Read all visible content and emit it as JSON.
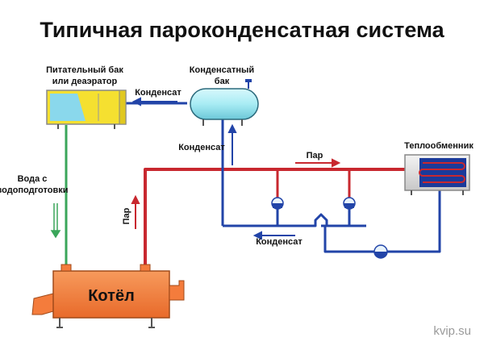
{
  "title": "Типичная пароконденсатная система",
  "labels": {
    "feed_tank_line1": "Питательный бак",
    "feed_tank_line2": "или деаэратор",
    "cond_tank_line1": "Конденсатный",
    "cond_tank_line2": "бак",
    "heat_exchanger": "Теплообменник",
    "water_line1": "Вода с",
    "water_line2": "водоподготовки",
    "steam_vertical": "Пар",
    "steam_main": "Пар",
    "condensate_top": "Конденсат",
    "condensate_mid": "Конденсат",
    "condensate_return": "Конденсат",
    "boiler": "Котёл",
    "watermark": "kvip.su"
  },
  "colors": {
    "steam": "#c8282f",
    "condensate": "#2244a8",
    "water": "#3aa65a",
    "boiler": "#f47c3c",
    "feed_tank": "#f5e030",
    "cond_tank": "#a8ecf4"
  }
}
